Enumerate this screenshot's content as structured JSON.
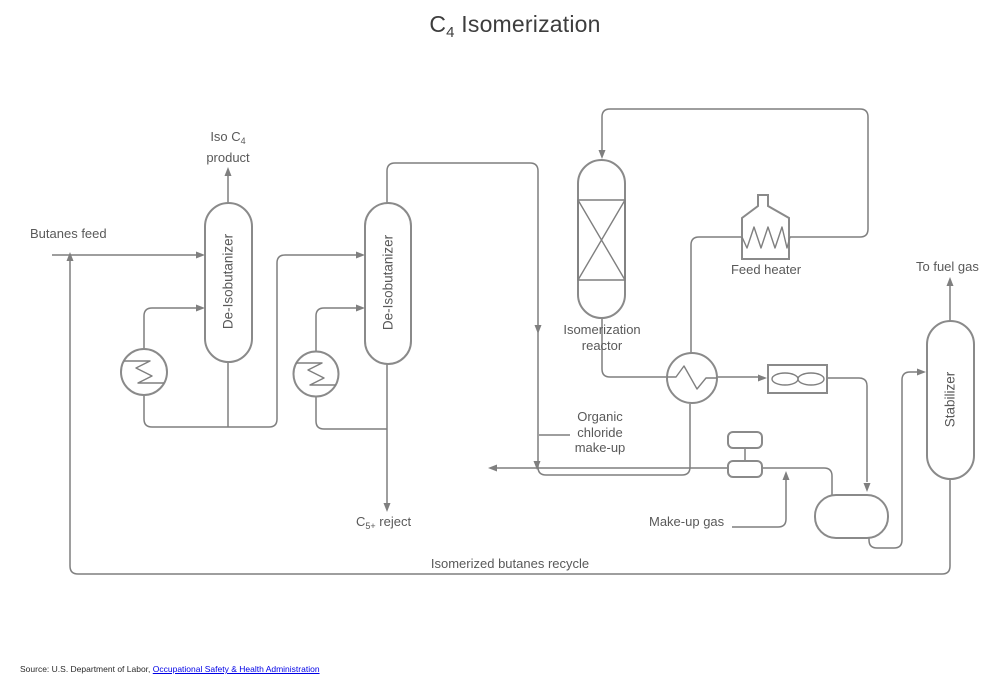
{
  "title": {
    "base": "C",
    "subscript": "4",
    "rest": " Isomerization"
  },
  "labels": {
    "iso_c4_line1_base": "Iso C",
    "iso_c4_line1_sub": "4",
    "iso_c4_line2": "product",
    "butanes_feed": "Butanes feed",
    "deisobutanizer_1": "De-Isobutanizer",
    "deisobutanizer_2": "De-Isobutanizer",
    "isomerization_reactor_line1": "Isomerization",
    "isomerization_reactor_line2": "reactor",
    "feed_heater": "Feed heater",
    "to_fuel_gas": "To fuel gas",
    "stabilizer": "Stabilizer",
    "organic_chloride_line1": "Organic",
    "organic_chloride_line2": "chloride",
    "organic_chloride_line3": "make-up",
    "make_up_gas": "Make-up gas",
    "c5_reject_base": "C",
    "c5_reject_sub": "5+",
    "c5_reject_rest": " reject",
    "isomerized_recycle": "Isomerized butanes recycle"
  },
  "source": {
    "prefix": "Source:  U.S. Department of Labor, ",
    "link": "Occupational Safety & Health Administration"
  },
  "colors": {
    "background": "#ffffff",
    "pipe_line": "#7f7f7f",
    "vessel_stroke": "#8a8a8a",
    "vessel_fill": "#ffffff",
    "label_text": "#595959",
    "title_text": "#3d3d3d",
    "source_text": "#2b2b2b",
    "link_blue": "#0000e6"
  }
}
